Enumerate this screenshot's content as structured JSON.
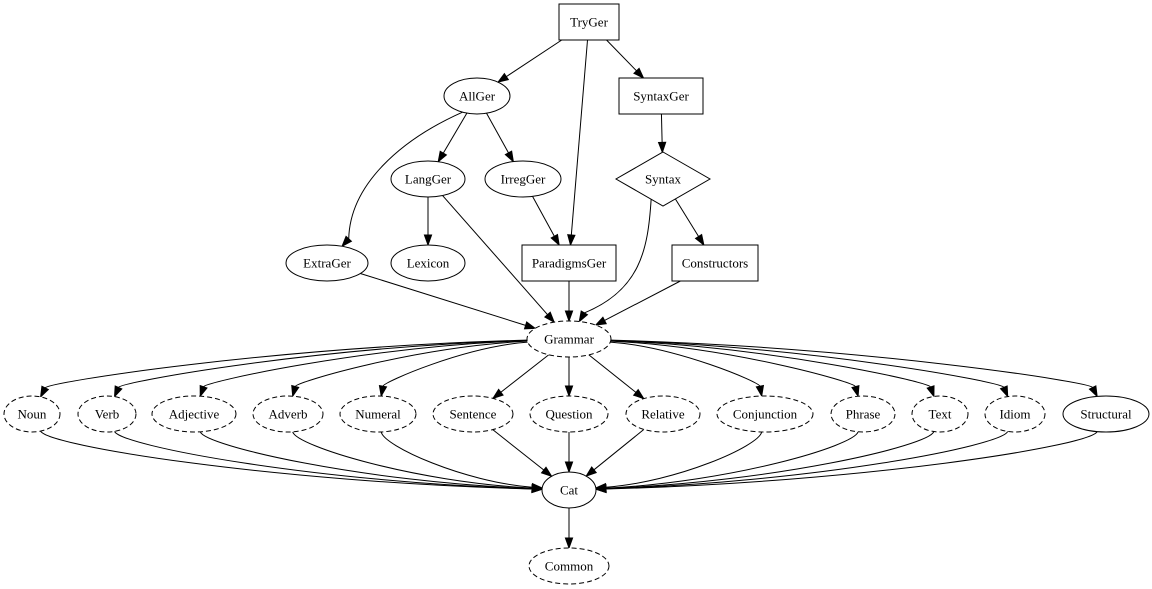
{
  "diagram": {
    "type": "module-dependency-graph",
    "colors": {
      "stroke": "#000000",
      "background": "#ffffff",
      "text": "#000000"
    },
    "nodes": [
      {
        "id": "TryGer",
        "label": "TryGer",
        "shape": "box",
        "style": "solid"
      },
      {
        "id": "AllGer",
        "label": "AllGer",
        "shape": "ellipse",
        "style": "solid"
      },
      {
        "id": "SyntaxGer",
        "label": "SyntaxGer",
        "shape": "box",
        "style": "solid"
      },
      {
        "id": "LangGer",
        "label": "LangGer",
        "shape": "ellipse",
        "style": "solid"
      },
      {
        "id": "IrregGer",
        "label": "IrregGer",
        "shape": "ellipse",
        "style": "solid"
      },
      {
        "id": "Syntax",
        "label": "Syntax",
        "shape": "diamond",
        "style": "solid"
      },
      {
        "id": "ExtraGer",
        "label": "ExtraGer",
        "shape": "ellipse",
        "style": "solid"
      },
      {
        "id": "Lexicon",
        "label": "Lexicon",
        "shape": "ellipse",
        "style": "solid"
      },
      {
        "id": "ParadigmsGer",
        "label": "ParadigmsGer",
        "shape": "box",
        "style": "solid"
      },
      {
        "id": "Constructors",
        "label": "Constructors",
        "shape": "box",
        "style": "solid"
      },
      {
        "id": "Grammar",
        "label": "Grammar",
        "shape": "ellipse",
        "style": "dashed"
      },
      {
        "id": "Noun",
        "label": "Noun",
        "shape": "ellipse",
        "style": "dashed"
      },
      {
        "id": "Verb",
        "label": "Verb",
        "shape": "ellipse",
        "style": "dashed"
      },
      {
        "id": "Adjective",
        "label": "Adjective",
        "shape": "ellipse",
        "style": "dashed"
      },
      {
        "id": "Adverb",
        "label": "Adverb",
        "shape": "ellipse",
        "style": "dashed"
      },
      {
        "id": "Numeral",
        "label": "Numeral",
        "shape": "ellipse",
        "style": "dashed"
      },
      {
        "id": "Sentence",
        "label": "Sentence",
        "shape": "ellipse",
        "style": "dashed"
      },
      {
        "id": "Question",
        "label": "Question",
        "shape": "ellipse",
        "style": "dashed"
      },
      {
        "id": "Relative",
        "label": "Relative",
        "shape": "ellipse",
        "style": "dashed"
      },
      {
        "id": "Conjunction",
        "label": "Conjunction",
        "shape": "ellipse",
        "style": "dashed"
      },
      {
        "id": "Phrase",
        "label": "Phrase",
        "shape": "ellipse",
        "style": "dashed"
      },
      {
        "id": "Text",
        "label": "Text",
        "shape": "ellipse",
        "style": "dashed"
      },
      {
        "id": "Idiom",
        "label": "Idiom",
        "shape": "ellipse",
        "style": "dashed"
      },
      {
        "id": "Structural",
        "label": "Structural",
        "shape": "ellipse",
        "style": "solid"
      },
      {
        "id": "Cat",
        "label": "Cat",
        "shape": "ellipse",
        "style": "solid"
      },
      {
        "id": "Common",
        "label": "Common",
        "shape": "ellipse",
        "style": "dashed"
      }
    ],
    "edges": [
      {
        "from": "TryGer",
        "to": "AllGer"
      },
      {
        "from": "TryGer",
        "to": "ParadigmsGer"
      },
      {
        "from": "TryGer",
        "to": "SyntaxGer"
      },
      {
        "from": "AllGer",
        "to": "ExtraGer"
      },
      {
        "from": "AllGer",
        "to": "LangGer"
      },
      {
        "from": "AllGer",
        "to": "IrregGer"
      },
      {
        "from": "SyntaxGer",
        "to": "Syntax"
      },
      {
        "from": "LangGer",
        "to": "Lexicon"
      },
      {
        "from": "LangGer",
        "to": "Grammar"
      },
      {
        "from": "IrregGer",
        "to": "ParadigmsGer"
      },
      {
        "from": "Syntax",
        "to": "Constructors"
      },
      {
        "from": "Syntax",
        "to": "Grammar"
      },
      {
        "from": "ExtraGer",
        "to": "Grammar"
      },
      {
        "from": "ParadigmsGer",
        "to": "Grammar"
      },
      {
        "from": "Constructors",
        "to": "Grammar"
      },
      {
        "from": "Grammar",
        "to": "Noun"
      },
      {
        "from": "Grammar",
        "to": "Verb"
      },
      {
        "from": "Grammar",
        "to": "Adjective"
      },
      {
        "from": "Grammar",
        "to": "Adverb"
      },
      {
        "from": "Grammar",
        "to": "Numeral"
      },
      {
        "from": "Grammar",
        "to": "Sentence"
      },
      {
        "from": "Grammar",
        "to": "Question"
      },
      {
        "from": "Grammar",
        "to": "Relative"
      },
      {
        "from": "Grammar",
        "to": "Conjunction"
      },
      {
        "from": "Grammar",
        "to": "Phrase"
      },
      {
        "from": "Grammar",
        "to": "Text"
      },
      {
        "from": "Grammar",
        "to": "Idiom"
      },
      {
        "from": "Grammar",
        "to": "Structural"
      },
      {
        "from": "Noun",
        "to": "Cat"
      },
      {
        "from": "Verb",
        "to": "Cat"
      },
      {
        "from": "Adjective",
        "to": "Cat"
      },
      {
        "from": "Adverb",
        "to": "Cat"
      },
      {
        "from": "Numeral",
        "to": "Cat"
      },
      {
        "from": "Sentence",
        "to": "Cat"
      },
      {
        "from": "Question",
        "to": "Cat"
      },
      {
        "from": "Relative",
        "to": "Cat"
      },
      {
        "from": "Conjunction",
        "to": "Cat"
      },
      {
        "from": "Phrase",
        "to": "Cat"
      },
      {
        "from": "Text",
        "to": "Cat"
      },
      {
        "from": "Idiom",
        "to": "Cat"
      },
      {
        "from": "Structural",
        "to": "Cat"
      },
      {
        "from": "Cat",
        "to": "Common"
      }
    ]
  }
}
